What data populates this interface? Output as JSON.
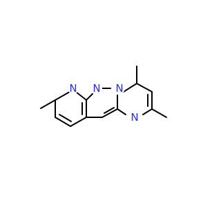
{
  "molecule": {
    "atoms": [
      {
        "id": "N1",
        "symbol": "N"
      },
      {
        "id": "N2",
        "symbol": "N"
      },
      {
        "id": "N3",
        "symbol": "N"
      },
      {
        "id": "N4",
        "symbol": "N"
      }
    ]
  },
  "colors": {
    "bond": "#000000",
    "heteroatom_nitrogen": "#2a2af0",
    "background": "#ffffff"
  }
}
